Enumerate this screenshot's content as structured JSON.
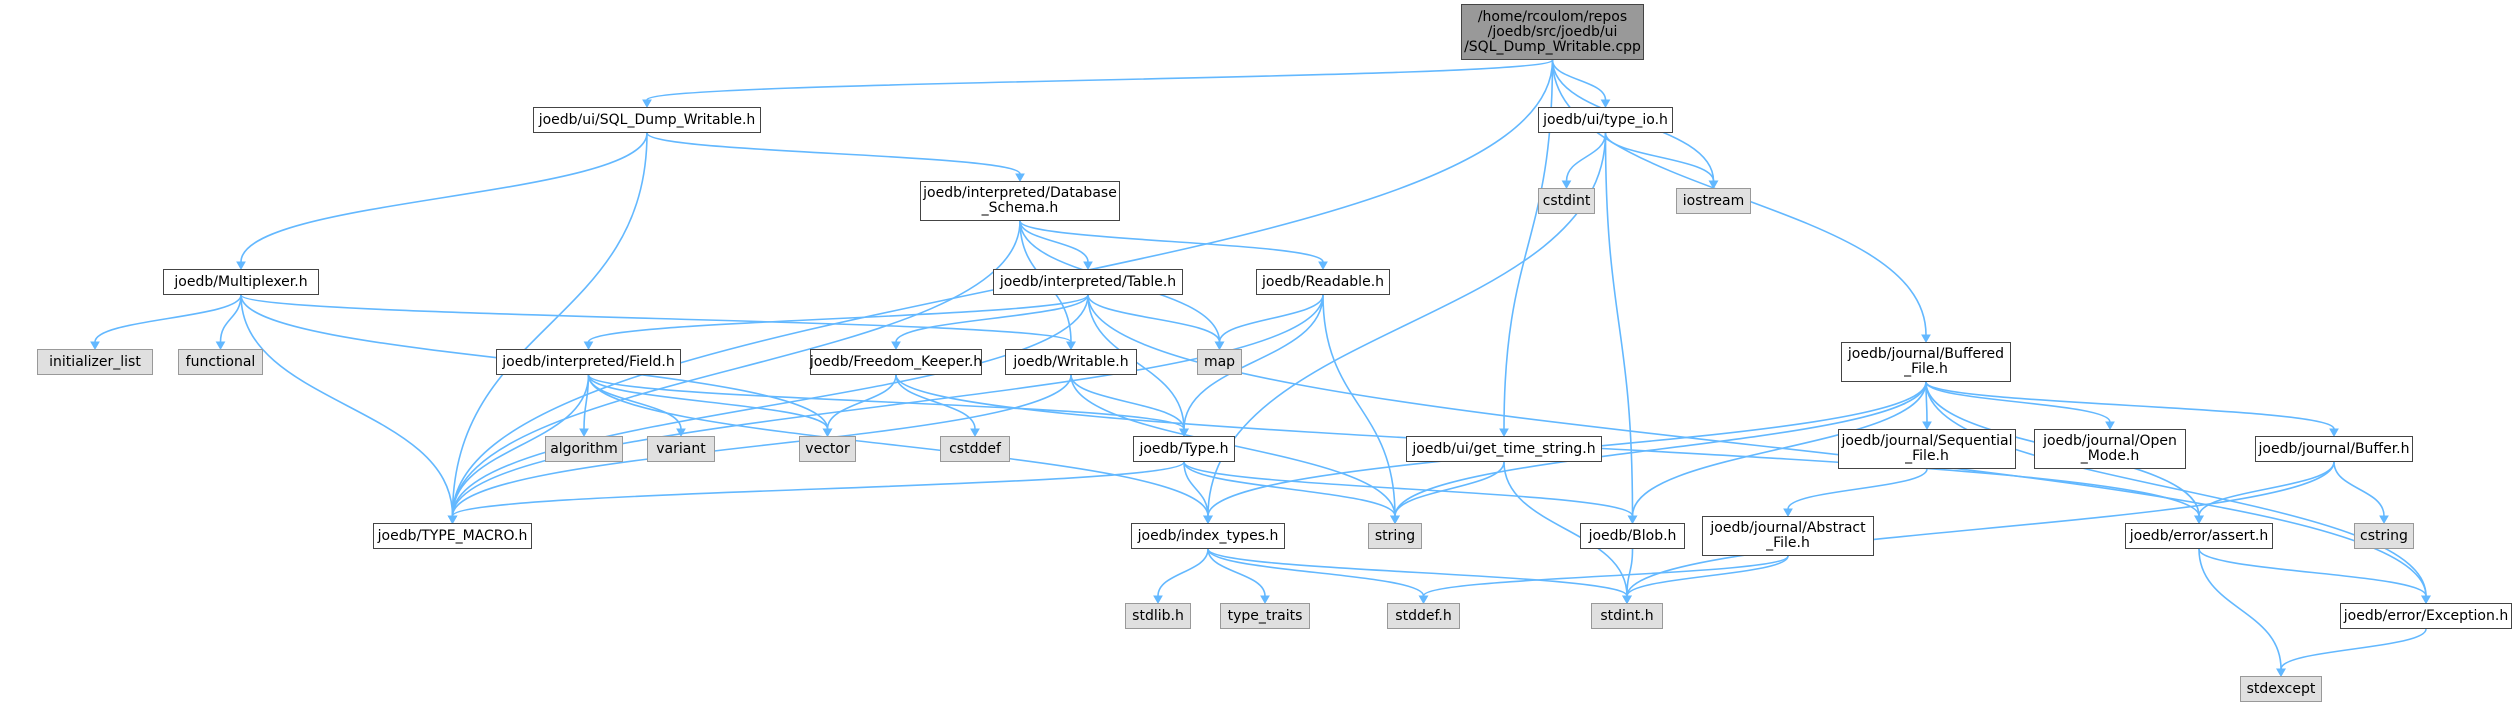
{
  "colors": {
    "edge": "#63b8ff",
    "root_fill": "#999999",
    "system_fill": "#e0e0e0",
    "header_border": "#444444"
  },
  "nodes": {
    "root": "/home/rcoulom/repos\n/joedb/src/joedb/ui\n/SQL_Dump_Writable.cpp",
    "sql_dump_writable_h": "joedb/ui/SQL_Dump_Writable.h",
    "type_io_h": "joedb/ui/type_io.h",
    "cstdint": "cstdint",
    "iostream": "iostream",
    "database_schema_h": "joedb/interpreted/Database\n_Schema.h",
    "multiplexer_h": "joedb/Multiplexer.h",
    "table_h": "joedb/interpreted/Table.h",
    "readable_h": "joedb/Readable.h",
    "initializer_list": "initializer_list",
    "functional": "functional",
    "map": "map",
    "field_h": "joedb/interpreted/Field.h",
    "freedom_keeper_h": "joedb/Freedom_Keeper.h",
    "writable_h": "joedb/Writable.h",
    "buffered_file_h": "joedb/journal/Buffered\n_File.h",
    "algorithm": "algorithm",
    "variant": "variant",
    "vector": "vector",
    "cstddef": "cstddef",
    "type_h": "joedb/Type.h",
    "get_time_string_h": "joedb/ui/get_time_string.h",
    "sequential_file_h": "joedb/journal/Sequential\n_File.h",
    "open_mode_h": "joedb/journal/Open\n_Mode.h",
    "buffer_h": "joedb/journal/Buffer.h",
    "type_macro_h": "joedb/TYPE_MACRO.h",
    "index_types_h": "joedb/index_types.h",
    "string": "string",
    "blob_h": "joedb/Blob.h",
    "abstract_file_h": "joedb/journal/Abstract\n_File.h",
    "assert_h": "joedb/error/assert.h",
    "cstring": "cstring",
    "stdlib_h": "stdlib.h",
    "type_traits": "type_traits",
    "stddef_h": "stddef.h",
    "stdint_h": "stdint.h",
    "exception_h": "joedb/error/Exception.h",
    "stdexcept": "stdexcept"
  }
}
